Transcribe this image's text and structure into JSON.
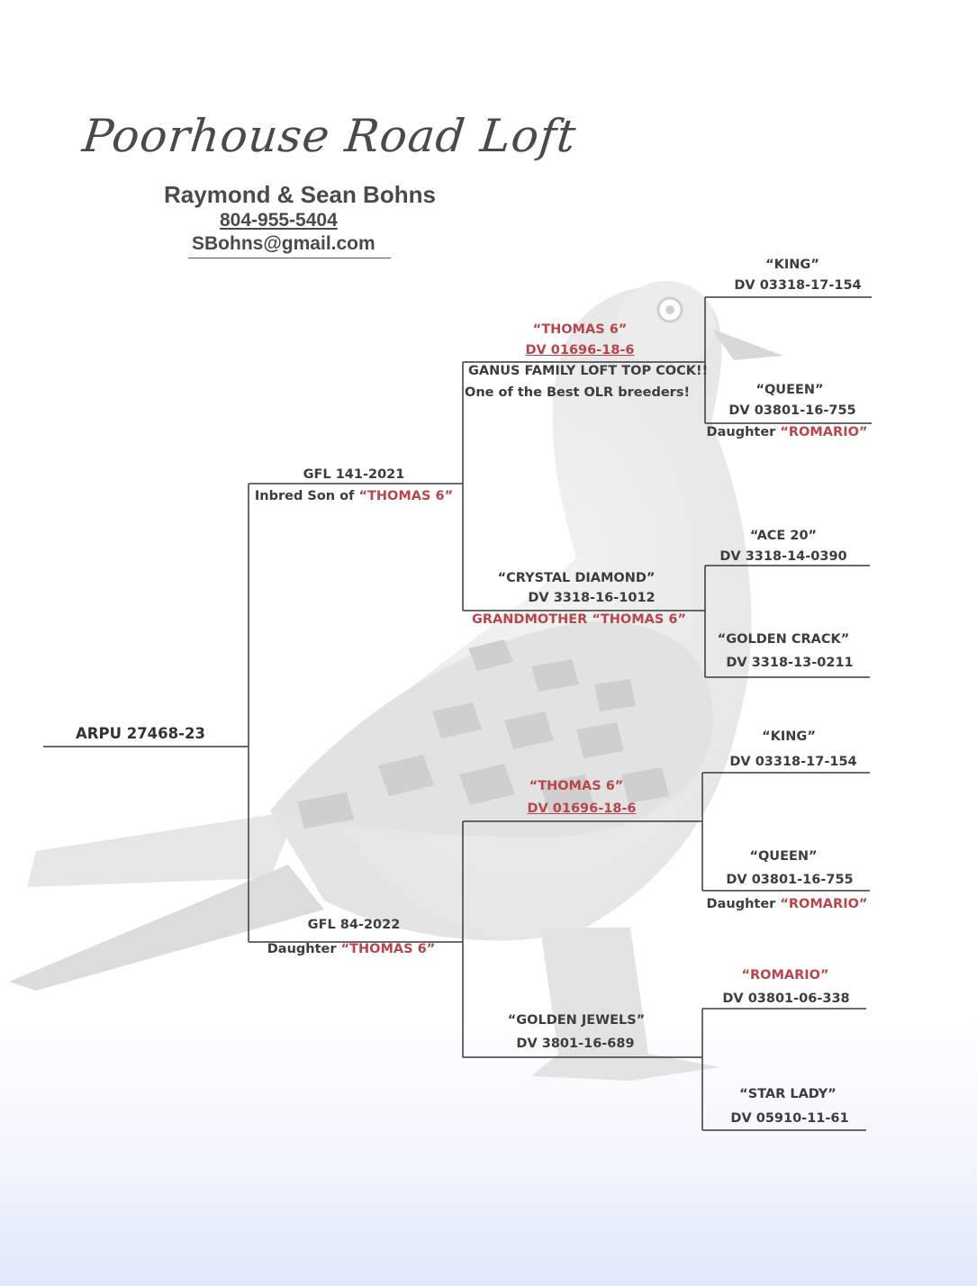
{
  "header": {
    "loft_name": "Poorhouse Road Loft",
    "owners": "Raymond & Sean Bohns",
    "phone": "804-955-5404",
    "email": "SBohns@gmail.com"
  },
  "pedigree": {
    "subject": "ARPU 27468-23",
    "sire": {
      "band": "GFL 141-2021",
      "note_prefix": "Inbred Son of ",
      "note_highlight": "“THOMAS 6”"
    },
    "dam": {
      "band": "GFL 84-2022",
      "note_prefix": "Daughter ",
      "note_highlight": "“THOMAS 6”"
    },
    "sire_sire": {
      "name": "“THOMAS 6”",
      "band": "DV 01696-18-6",
      "note1": "GANUS FAMILY LOFT TOP COCK!!",
      "note2": "One of the Best OLR breeders!"
    },
    "sire_dam": {
      "name": "“CRYSTAL DIAMOND”",
      "band": "DV 3318-16-1012",
      "note": "GRANDMOTHER “THOMAS 6”"
    },
    "dam_sire": {
      "name": "“THOMAS 6”",
      "band": "DV 01696-18-6"
    },
    "dam_dam": {
      "name": "“GOLDEN JEWELS”",
      "band": "DV 3801-16-689"
    },
    "ggp": [
      {
        "name": "“KING”",
        "band": "DV 03318-17-154"
      },
      {
        "name": "“QUEEN”",
        "band": "DV 03801-16-755",
        "note_prefix": "Daughter ",
        "note_highlight": "“ROMARIO”"
      },
      {
        "name": "“ACE 20”",
        "band": "DV 3318-14-0390"
      },
      {
        "name": "“GOLDEN CRACK”",
        "band": "DV 3318-13-0211"
      },
      {
        "name": "“KING”",
        "band": "DV 03318-17-154"
      },
      {
        "name": "“QUEEN”",
        "band": "DV 03801-16-755",
        "note_prefix": "Daughter ",
        "note_highlight": "“ROMARIO”"
      },
      {
        "name": "“ROMARIO”",
        "band": "DV 03801-06-338"
      },
      {
        "name": "“STAR LADY”",
        "band": "DV 05910-11-61"
      }
    ]
  }
}
